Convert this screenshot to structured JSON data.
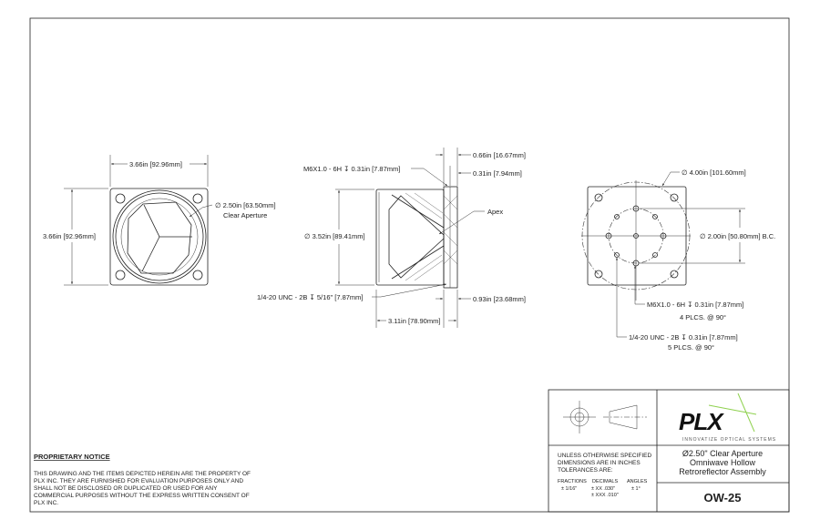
{
  "front_view": {
    "width_dim": "3.66in",
    "width_dim_mm": "92.96mm",
    "height_dim": "3.66in",
    "height_dim_mm": "92.96mm",
    "aperture_dim": "∅ 2.50in",
    "aperture_dim_mm": "63.50mm",
    "aperture_label": "Clear Aperture"
  },
  "side_view": {
    "dim_top": "0.66in",
    "dim_top_mm": "16.67mm",
    "dim_flange": "0.31in",
    "dim_flange_mm": "7.94mm",
    "thread_callout": "M6X1.0 - 6H ↧ 0.31in",
    "thread_callout_mm": "7.87mm",
    "diameter_dim": "∅ 3.52in",
    "diameter_dim_mm": "89.41mm",
    "apex_label": "Apex",
    "bottom_thread": "1/4-20 UNC - 2B ↧ 5/16\"",
    "bottom_thread_mm": "7.87mm",
    "dim_rear": "0.93in",
    "dim_rear_mm": "23.68mm",
    "length_dim": "3.11in",
    "length_dim_mm": "78.90mm"
  },
  "rear_view": {
    "outer_dim": "∅ 4.00in",
    "outer_dim_mm": "101.60mm",
    "bc_dim": "∅ 2.00in",
    "bc_dim_mm": "50.80mm",
    "bc_label": "B.C.",
    "m6_callout": "M6X1.0 - 6H ↧ 0.31in",
    "m6_callout_mm": "7.87mm",
    "m6_qty": "4 PLCS. @ 90°",
    "quarter_callout": "1/4-20 UNC - 2B ↧ 0.31in",
    "quarter_callout_mm": "7.87mm",
    "quarter_qty": "5 PLCS. @ 90°"
  },
  "notice": {
    "title": "PROPRIETARY NOTICE",
    "lines": [
      "THIS DRAWING AND THE ITEMS DEPICTED HEREIN ARE THE PROPERTY OF",
      "PLX INC. THEY ARE FURNISHED FOR EVALUATION PURPOSES ONLY AND",
      "SHALL NOT BE DISCLOSED OR DUPLICATED OR USED FOR ANY",
      "COMMERCIAL PURPOSES WITHOUT THE EXPRESS WRITTEN CONSENT OF",
      "PLX INC."
    ]
  },
  "title_block": {
    "logo_text": "PLX",
    "tagline": "INNOVATIZE OPTICAL SYSTEMS",
    "tolerance_lines": [
      "UNLESS OTHERWISE SPECIFIED",
      "DIMENSIONS ARE IN INCHES",
      "TOLERANCES ARE:"
    ],
    "fractions_label": "FRACTIONS",
    "fractions_value": "± 1/16\"",
    "decimals_label": "DECIMALS",
    "decimals_xx": "± XX  .030\"",
    "decimals_xxx": "± XXX .010\"",
    "angles_label": "ANGLES",
    "angles_value": "± 1°",
    "title_lines": [
      "Ø2.50\" Clear Aperture",
      "Omniwave Hollow",
      "Retroreflector Assembly"
    ],
    "part_number": "OW-25",
    "colors": {
      "logo": "#111111",
      "accent": "#8fd14f"
    }
  }
}
